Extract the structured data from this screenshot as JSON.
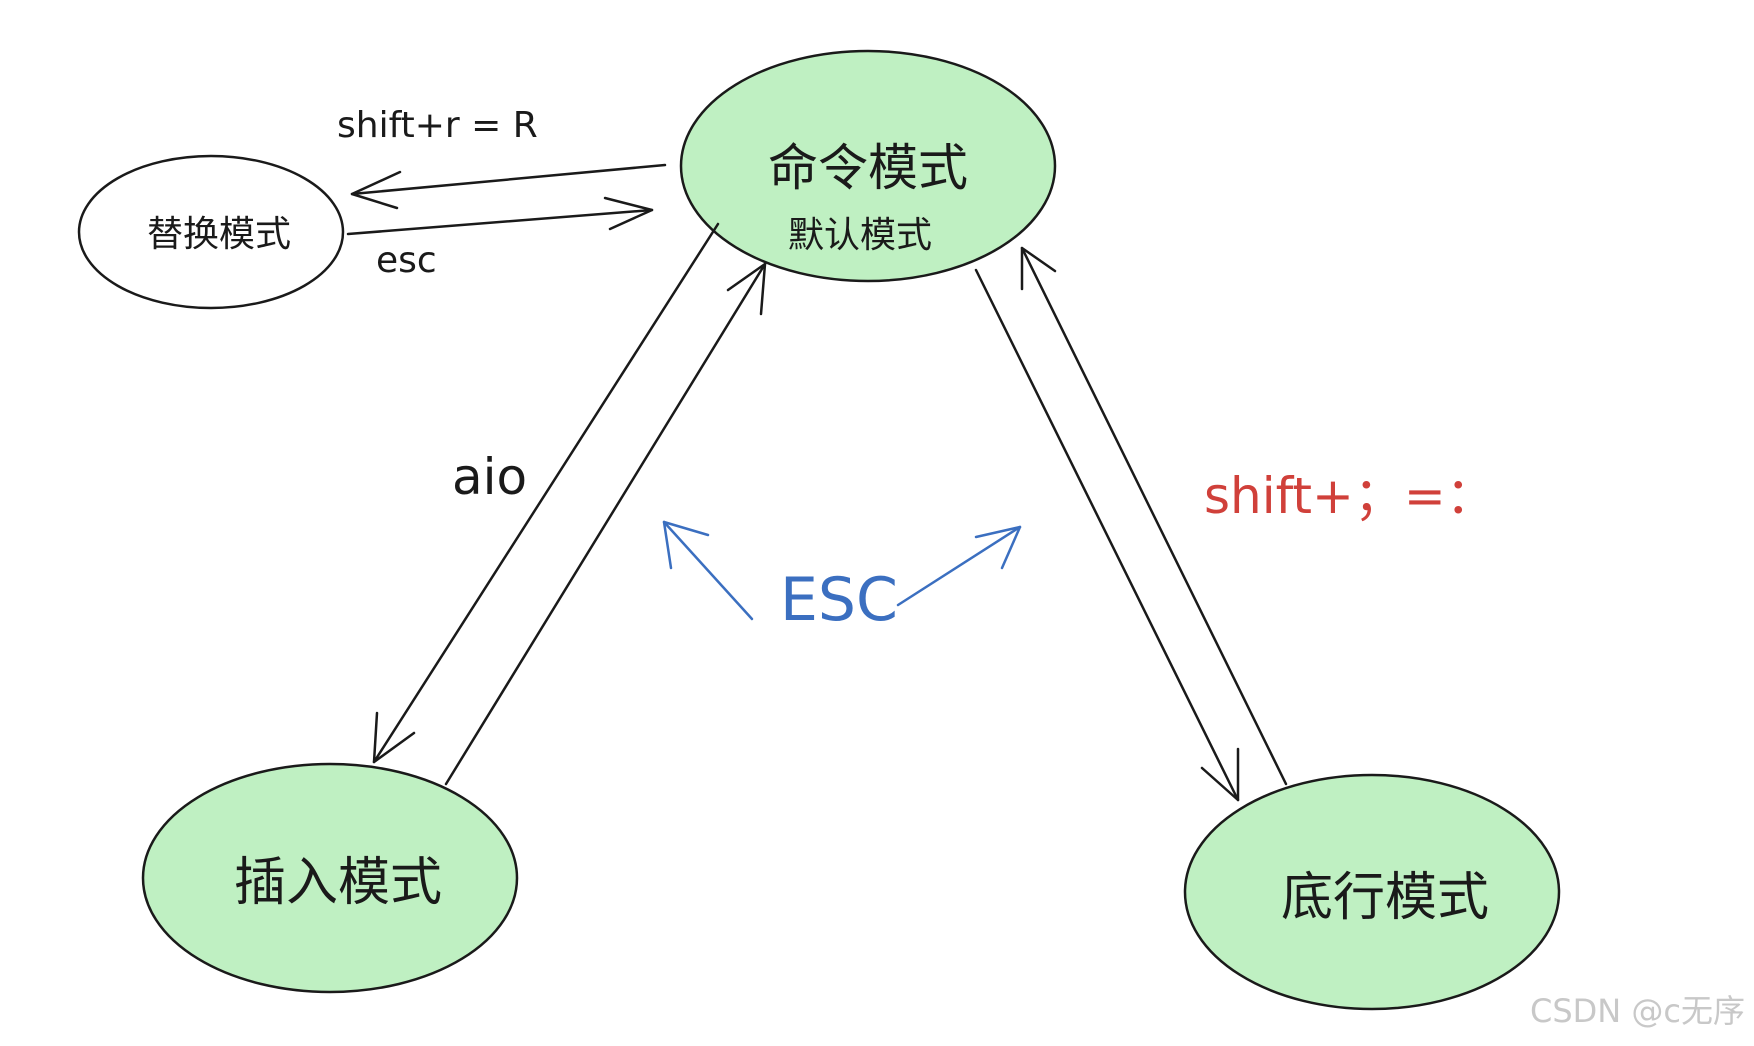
{
  "nodes": {
    "command": {
      "label": "命令模式",
      "sublabel": "默认模式",
      "fill": "#bff0c2"
    },
    "replace": {
      "label": "替换模式",
      "fill": "#ffffff"
    },
    "insert": {
      "label": "插入模式",
      "fill": "#bff0c2"
    },
    "bottom": {
      "label": "底行模式",
      "fill": "#bff0c2"
    }
  },
  "edges": {
    "to_replace": "shift+r = R",
    "from_replace": "esc",
    "to_insert": "aio",
    "to_bottom": "shift+；=：",
    "esc_back": "ESC"
  },
  "colors": {
    "stroke": "#1a1a1a",
    "esc": "#3b6fc0",
    "bottom_label": "#d0403a"
  },
  "watermark": "CSDN @c无序"
}
